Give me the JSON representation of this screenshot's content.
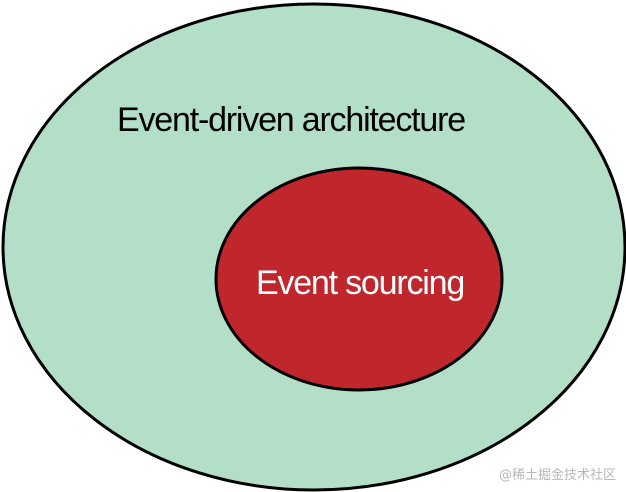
{
  "diagram": {
    "outer_label": "Event-driven architecture",
    "inner_label": "Event sourcing",
    "colors": {
      "outer_fill": "#b3dec7",
      "inner_fill": "#c0272d",
      "outline": "#000000",
      "outer_text": "#000000",
      "inner_text": "#ffffff"
    }
  },
  "watermark": {
    "text": "@稀土掘金技术社区"
  }
}
